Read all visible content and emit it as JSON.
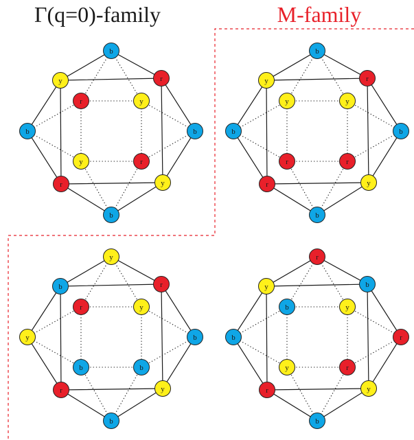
{
  "titles": {
    "gamma": "Γ(q=0)-family",
    "m": "M-family"
  },
  "colors": {
    "b": "#0fa6e6",
    "y": "#fff01a",
    "r": "#e8202a",
    "m_title": "#e8212a",
    "divider": "#e8212a",
    "title": "#1a1a1a"
  },
  "panels": [
    {
      "family": "gamma",
      "outer": [
        "b",
        "r",
        "b",
        "y",
        "b",
        "r",
        "b",
        "y"
      ],
      "inner": [
        "r",
        "y",
        "r",
        "y"
      ]
    },
    {
      "family": "m",
      "outer": [
        "b",
        "r",
        "b",
        "y",
        "b",
        "r",
        "b",
        "y"
      ],
      "inner": [
        "y",
        "y",
        "r",
        "r"
      ]
    },
    {
      "family": "gamma",
      "outer": [
        "y",
        "r",
        "b",
        "y",
        "b",
        "r",
        "y",
        "b"
      ],
      "inner": [
        "r",
        "y",
        "b",
        "b"
      ]
    },
    {
      "family": "m",
      "outer": [
        "r",
        "b",
        "r",
        "y",
        "b",
        "r",
        "b",
        "y"
      ],
      "inner": [
        "b",
        "y",
        "r",
        "y"
      ]
    }
  ]
}
